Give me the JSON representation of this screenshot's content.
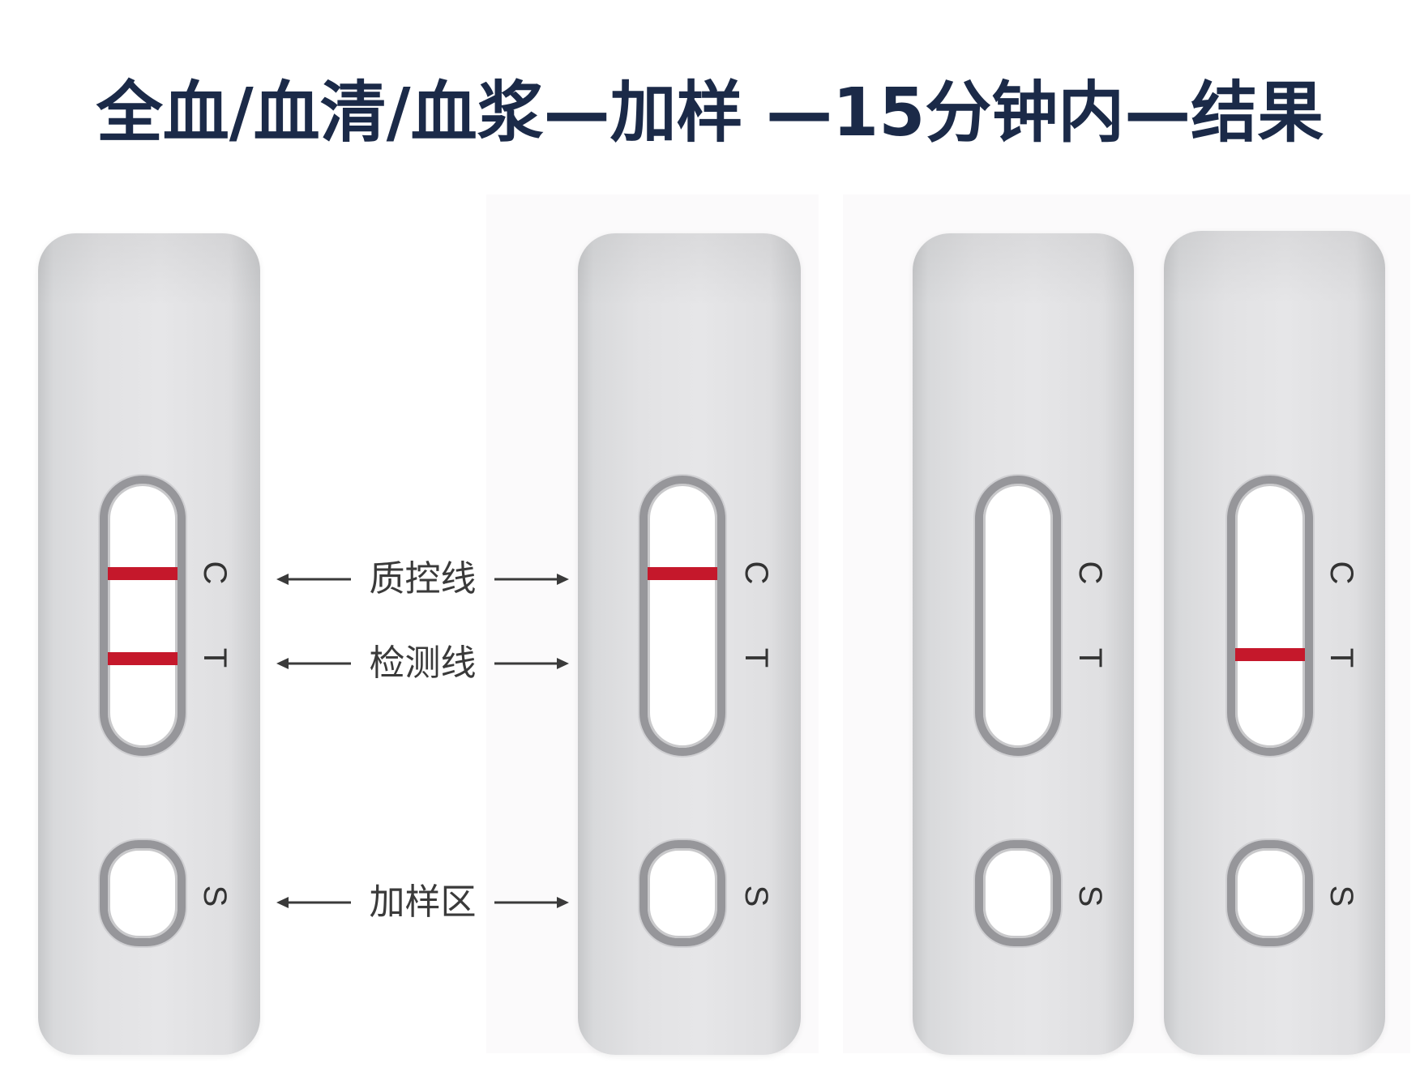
{
  "title": "全血/血清/血浆—加样 —15分钟内—结果",
  "annotations": {
    "control_line": "质控线",
    "test_line": "检测线",
    "sample_zone": "加样区"
  },
  "markers": {
    "control": "C",
    "test": "T",
    "sample": "S"
  },
  "cassettes": [
    {
      "control_line_visible": true,
      "test_line_visible": true
    },
    {
      "control_line_visible": true,
      "test_line_visible": false
    },
    {
      "control_line_visible": false,
      "test_line_visible": false
    },
    {
      "control_line_visible": false,
      "test_line_visible": true
    }
  ],
  "colors": {
    "title": "#1b2a48",
    "result_line": "#c5182b",
    "annotation_text": "#3a3a3a",
    "window_rim": "#96969a"
  }
}
